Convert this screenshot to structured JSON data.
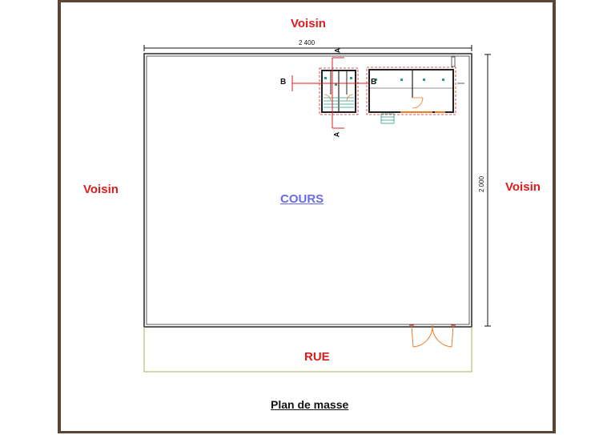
{
  "labels": {
    "top_neighbor": "Voisin",
    "left_neighbor": "Voisin",
    "right_neighbor": "Voisin",
    "street": "RUE",
    "courtyard": "COURS",
    "title": "Plan de masse"
  },
  "dimensions": {
    "width": "2 400",
    "height": "2 000"
  },
  "section_marks": {
    "a_top": "A",
    "a_bottom": "A",
    "b_left": "B",
    "b_right": "B"
  },
  "colors": {
    "frame": "#5b4636",
    "label_red": "#dd1c1c",
    "courtyard_blue": "#6a6af0",
    "street_line": "#a7b35a",
    "door_orange": "#f07a20"
  }
}
